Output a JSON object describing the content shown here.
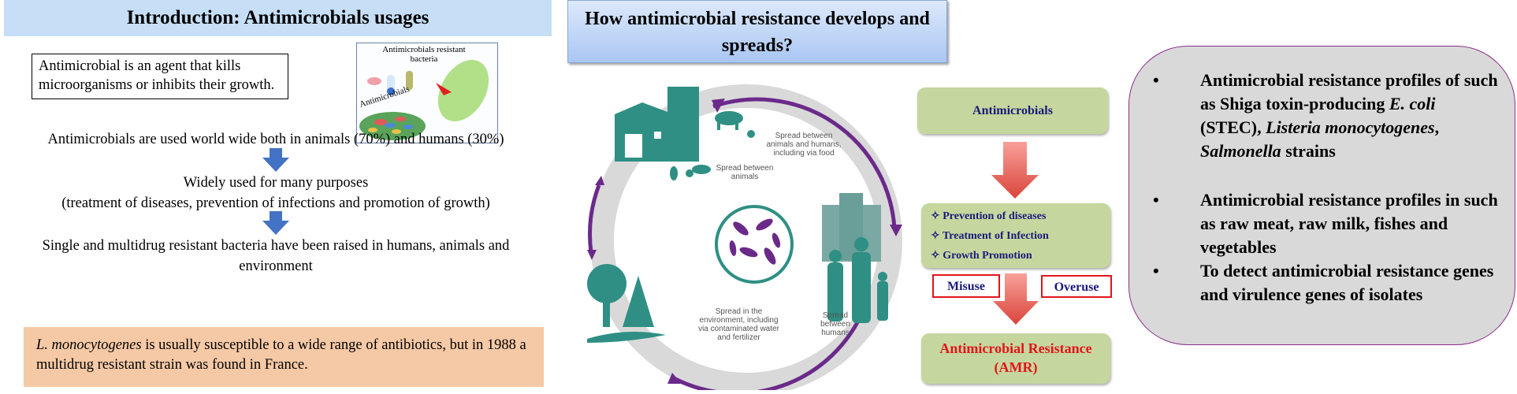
{
  "intro": {
    "title": "Introduction: Antimicrobials usages",
    "definition": "Antimicrobial is an agent that kills microorganisms or inhibits their growth.",
    "image_labels": {
      "resistant": "Antimicrobials resistant bacteria",
      "antimicrobials": "Antimicrobials"
    },
    "line1": "Antimicrobials are used world wide both in animals (70%) and humans (30%)",
    "line2": "Widely used for many purposes",
    "line3": "(treatment of diseases, prevention of infections and promotion of growth)",
    "line4": "Single and multidrug resistant bacteria have been raised in humans, animals and",
    "line5": "environment",
    "note_italic": "L. monocytogenes",
    "note_rest": " is usually susceptible to a wide range of antibiotics, but in 1988 a multidrug resistant strain was found in France."
  },
  "how": {
    "title": "How antimicrobial resistance develops and spreads?",
    "cycle": {
      "animals": "Spread between animals",
      "animals_humans": "Spread between animals and humans, including via food",
      "environment": "Spread in the environment, including via contaminated water and fertilizer",
      "humans": "Spread between humans"
    },
    "flow": {
      "top": "Antimicrobials",
      "uses": [
        "Prevention of diseases",
        "Treatment of Infection",
        "Growth Promotion"
      ],
      "bullet": "✧",
      "misuse": "Misuse",
      "overuse": "Overuse",
      "result_line1": "Antimicrobial Resistance",
      "result_line2": "(AMR)"
    }
  },
  "objectives": {
    "bullet": "•",
    "item1_a": "Antimicrobial resistance profiles of such as Shiga toxin-producing",
    "item1_b": "E. coli",
    "item1_c": " (STEC), ",
    "item1_d": "Listeria monocytogenes",
    "item1_e": ", ",
    "item1_f": "Salmonella",
    "item1_g": " strains",
    "item2": "Antimicrobial resistance profiles in such as raw meat, raw milk, fishes and vegetables",
    "item3": "To detect antimicrobial resistance genes and virulence genes of isolates"
  },
  "colors": {
    "teal": "#2f8f84",
    "purple": "#6b2a8a",
    "green_box": "#c5d79e",
    "red": "#e3141b",
    "navy": "#1a1a7a"
  }
}
